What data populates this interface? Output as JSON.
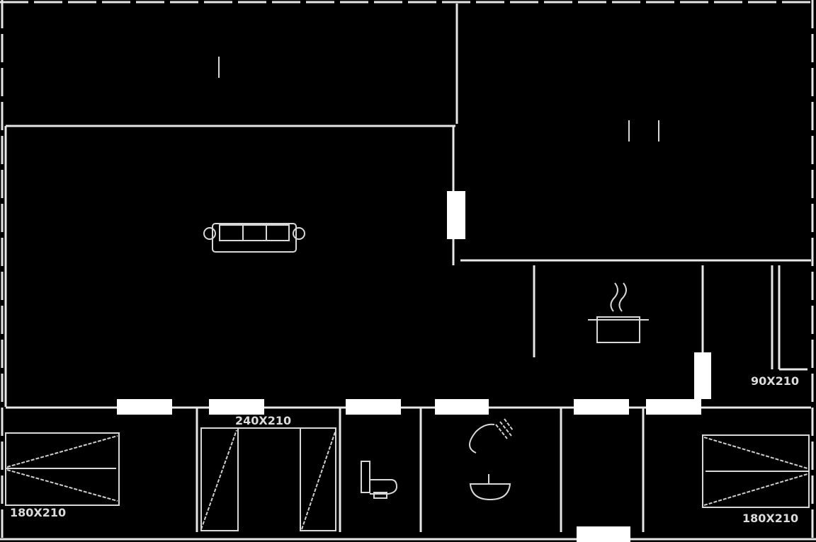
{
  "plan": {
    "colors": {
      "background": "#000000",
      "lines": "#e6e6e6",
      "doors": "#ffffff"
    },
    "labels": {
      "wardrobe_left": "180X210",
      "wardrobe_double": "240X210",
      "wardrobe_kitchen": "90X210",
      "wardrobe_right": "180X210"
    },
    "icons": [
      "sofa-icon",
      "cooking-pot-icon",
      "toilet-icon",
      "shower-icon",
      "washbasin-icon"
    ]
  }
}
